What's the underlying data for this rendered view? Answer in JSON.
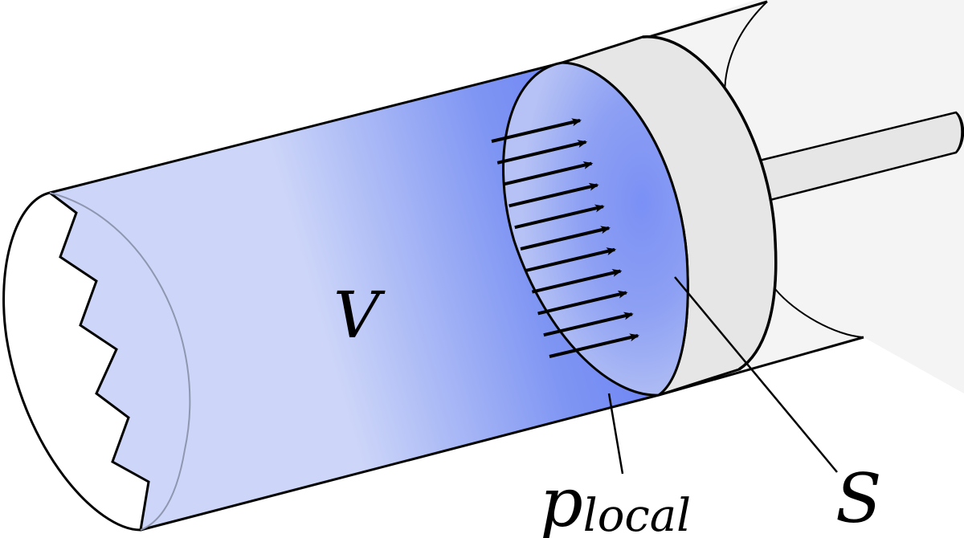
{
  "labels": {
    "volume": "V",
    "pressure_main": "p",
    "pressure_sub": "local",
    "surface": "S"
  },
  "colors": {
    "fluid_light": "#cdd6f8",
    "fluid_dense": "#6f86f4",
    "piston_face": "#e6e6e6",
    "outline": "#000000"
  },
  "arrows": {
    "count": 11
  }
}
